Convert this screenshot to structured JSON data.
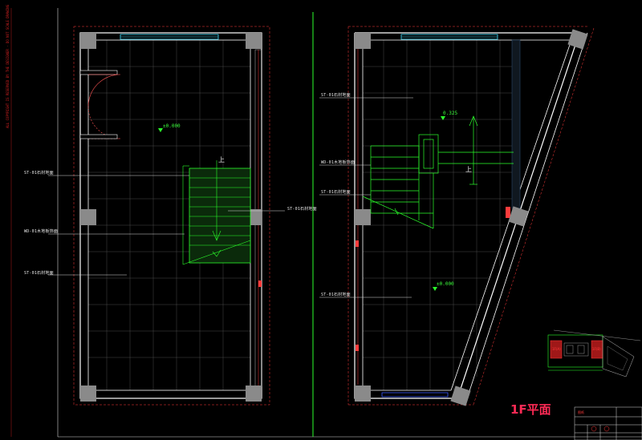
{
  "drawing": {
    "title": "1F平面",
    "side_note": "ALL COPYRIGHT IS RESERVED BY THE DESIGNER · DO NOT SCALE DRAWING",
    "title_block_label": "图纸",
    "colors": {
      "background": "#000000",
      "wall": "#ffffff",
      "grid": "#4a4a4a",
      "stair": "#2bff2b",
      "leader": "#e8e8e8",
      "accent_red": "#ff2a55",
      "glass": "#40e0ff",
      "column": "#8a8a8a"
    }
  },
  "left_plan": {
    "material_labels": [
      "ST-01石材地面",
      "WD-01木地板饰面",
      "ST-01石材地面"
    ],
    "stair_up": "上",
    "elevation": "±0.000",
    "right_callout": "ST-01石材地面"
  },
  "right_plan": {
    "material_labels": [
      "ST-01石材地面",
      "WD-01木地板饰面",
      "ST-01石材地面",
      "ST-01石材地面"
    ],
    "stair_up": "上",
    "elevation_upper": "0.325",
    "elevation_lower": "±0.000"
  },
  "key_plan": {
    "label_a": "1F(A)",
    "label_b": "1F(B)"
  }
}
